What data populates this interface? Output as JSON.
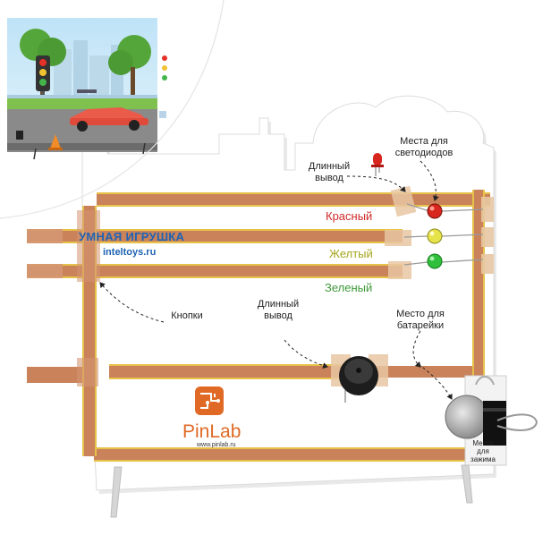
{
  "labels": {
    "led_places": [
      "Места для",
      "светодиодов"
    ],
    "long_lead_top": [
      "Длинный",
      "вывод"
    ],
    "long_lead_buzzer": [
      "Длинный",
      "вывод"
    ],
    "buttons": "Кнопки",
    "battery_place": [
      "Место для",
      "батарейки"
    ],
    "clip_place": [
      "Место",
      "для",
      "зажима"
    ]
  },
  "led_colors": {
    "red": {
      "text": "Красный",
      "color": "#cf2a2a"
    },
    "yellow": {
      "text": "Желтый",
      "color": "#a5a51c"
    },
    "green": {
      "text": "Зеленый",
      "color": "#3f9a3a"
    }
  },
  "watermark": {
    "title": "УМНАЯ ИГРУШКА",
    "url": "inteltoys.ru"
  },
  "logo": {
    "name": "PinLab",
    "url": "www.pinlab.ru",
    "color": "#e06a25"
  },
  "colors": {
    "copper": "#c9825a",
    "copper_dark": "#a9653f",
    "yellow_edge": "#e7c24a",
    "board": "#ffffff"
  }
}
